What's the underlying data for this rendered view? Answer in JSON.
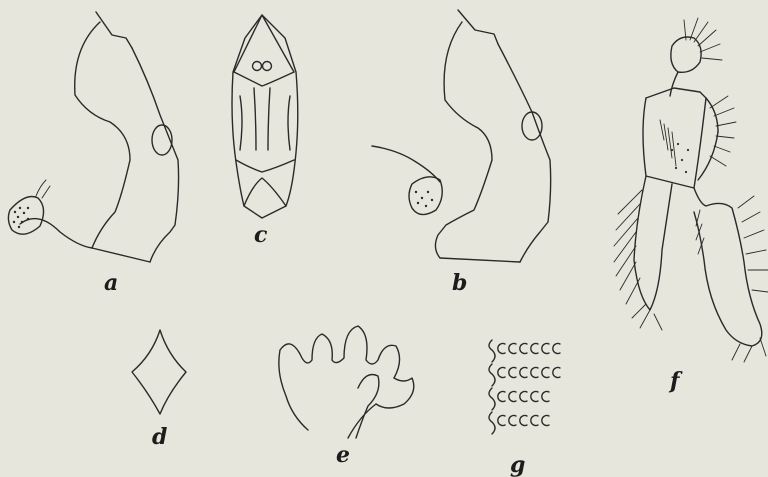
{
  "plate": {
    "background": "#e7e6dc",
    "ink": "#2a2a2a",
    "figures": [
      {
        "id": "a",
        "label": "a"
      },
      {
        "id": "b",
        "label": "b"
      },
      {
        "id": "c",
        "label": "c"
      },
      {
        "id": "d",
        "label": "d"
      },
      {
        "id": "e",
        "label": "e"
      },
      {
        "id": "f",
        "label": "f"
      },
      {
        "id": "g",
        "label": "g"
      }
    ]
  }
}
